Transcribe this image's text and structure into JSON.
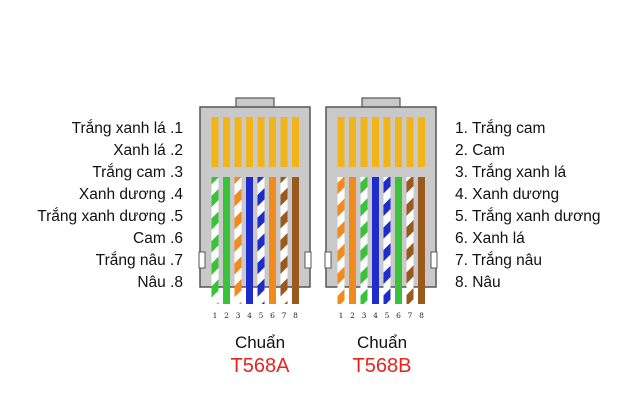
{
  "left_labels": [
    "Trắng xanh lá .1",
    "Xanh lá .2",
    "Trắng cam .3",
    "Xanh dương .4",
    "Trắng xanh dương .5",
    "Cam .6",
    "Trắng nâu .7",
    "Nâu .8"
  ],
  "right_labels": [
    "1. Trắng cam",
    "2. Cam",
    "3. Trắng xanh lá",
    "4. Xanh dương",
    "5. Trắng xanh dương",
    "6. Xanh lá",
    "7. Trắng nâu",
    "8. Nâu"
  ],
  "pin_numbers": [
    "1",
    "2",
    "3",
    "4",
    "5",
    "6",
    "7",
    "8"
  ],
  "connectors": [
    {
      "caption": "Chuẩn",
      "standard": "T568A",
      "wires": [
        {
          "color": "#3ac23a",
          "striped": true
        },
        {
          "color": "#3ac23a",
          "striped": false
        },
        {
          "color": "#f28a1c",
          "striped": true
        },
        {
          "color": "#1f2ccc",
          "striped": false
        },
        {
          "color": "#1f2ccc",
          "striped": true
        },
        {
          "color": "#f28a1c",
          "striped": false
        },
        {
          "color": "#9a5a1e",
          "striped": true
        },
        {
          "color": "#9a5a1e",
          "striped": false
        }
      ]
    },
    {
      "caption": "Chuẩn",
      "standard": "T568B",
      "wires": [
        {
          "color": "#f28a1c",
          "striped": true
        },
        {
          "color": "#f28a1c",
          "striped": false
        },
        {
          "color": "#3ac23a",
          "striped": true
        },
        {
          "color": "#1f2ccc",
          "striped": false
        },
        {
          "color": "#1f2ccc",
          "striped": true
        },
        {
          "color": "#3ac23a",
          "striped": false
        },
        {
          "color": "#9a5a1e",
          "striped": true
        },
        {
          "color": "#9a5a1e",
          "striped": false
        }
      ]
    }
  ],
  "colors": {
    "body": "#c9c9c9",
    "outline": "#555555",
    "contact": "#f2b418",
    "standard_text": "#e8231f"
  }
}
